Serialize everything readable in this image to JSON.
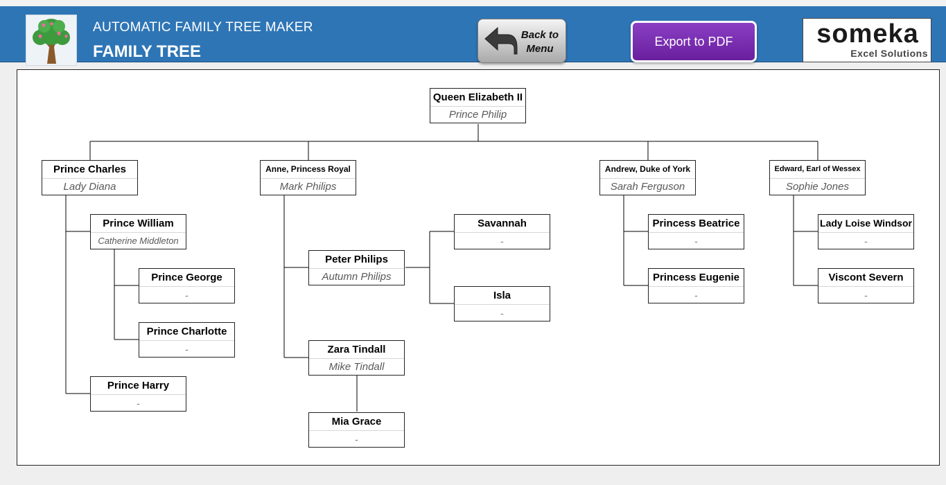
{
  "header": {
    "subtitle": "AUTOMATIC FAMILY TREE MAKER",
    "title": "FAMILY TREE",
    "logo_icon": "tree-logo-icon",
    "colors": {
      "header": "#2e75b6",
      "export": "#7030a0"
    }
  },
  "toolbar": {
    "back_line1": "Back to",
    "back_line2": "Menu",
    "back_icon": "back-arrow-icon",
    "export_label": "Export to PDF"
  },
  "brand": {
    "name": "someka",
    "tagline": "Excel Solutions"
  },
  "tree": {
    "root": {
      "name": "Queen Elizabeth II",
      "spouse": "Prince Philip"
    },
    "charles": {
      "name": "Prince Charles",
      "spouse": "Lady Diana"
    },
    "william": {
      "name": "Prince William",
      "spouse": "Catherine Middleton"
    },
    "george": {
      "name": "Prince George",
      "spouse": "-"
    },
    "charlotte": {
      "name": "Prince Charlotte",
      "spouse": "-"
    },
    "harry": {
      "name": "Prince Harry",
      "spouse": "-"
    },
    "anne": {
      "name": "Anne, Princess Royal",
      "spouse": "Mark Philips"
    },
    "peter": {
      "name": "Peter Philips",
      "spouse": "Autumn Philips"
    },
    "savannah": {
      "name": "Savannah",
      "spouse": "-"
    },
    "isla": {
      "name": "Isla",
      "spouse": "-"
    },
    "zara": {
      "name": "Zara Tindall",
      "spouse": "Mike Tindall"
    },
    "mia": {
      "name": "Mia Grace",
      "spouse": "-"
    },
    "andrew": {
      "name": "Andrew, Duke of York",
      "spouse": "Sarah Ferguson"
    },
    "beatrice": {
      "name": "Princess Beatrice",
      "spouse": "-"
    },
    "eugenie": {
      "name": "Princess Eugenie",
      "spouse": "-"
    },
    "edward": {
      "name": "Edward, Earl of Wessex",
      "spouse": "Sophie Jones"
    },
    "louise": {
      "name": "Lady Loise Windsor",
      "spouse": "-"
    },
    "james": {
      "name": "Viscont Severn",
      "spouse": "-"
    }
  }
}
